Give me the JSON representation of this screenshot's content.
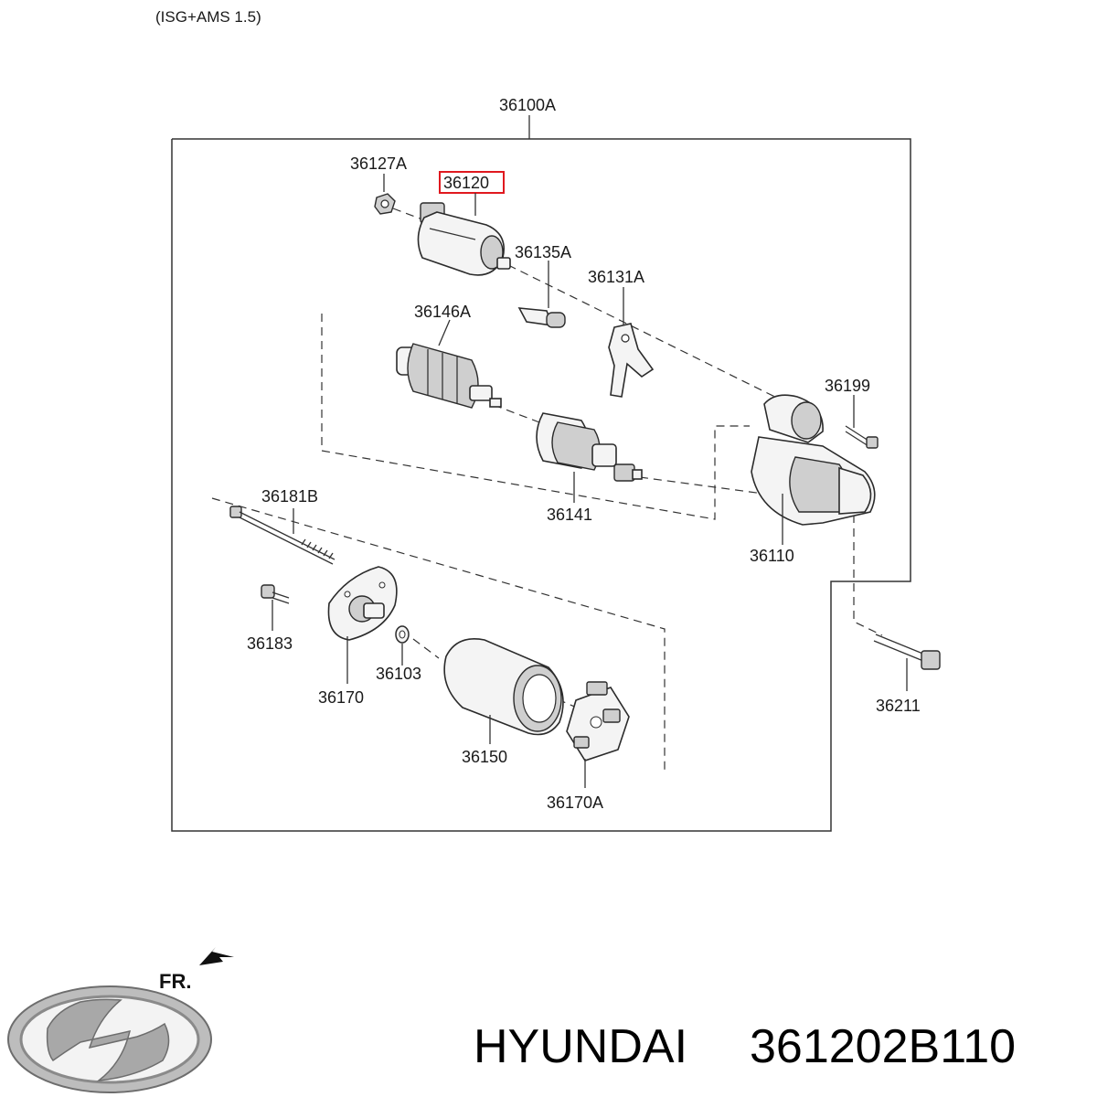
{
  "diagram": {
    "variant_note": "(ISG+AMS 1.5)",
    "assembly_label": "36100A",
    "parts": {
      "p36127A": "36127A",
      "p36120": "36120",
      "p36135A": "36135A",
      "p36131A": "36131A",
      "p36146A": "36146A",
      "p36199": "36199",
      "p36141": "36141",
      "p36181B": "36181B",
      "p36110": "36110",
      "p36183": "36183",
      "p36103": "36103",
      "p36170": "36170",
      "p36211": "36211",
      "p36150": "36150",
      "p36170A": "36170A"
    },
    "highlighted_part": "36120",
    "highlight_color": "#e0191f",
    "front_indicator": "FR."
  },
  "footer": {
    "brand": "HYUNDAI",
    "part_number": "361202B110",
    "logo_icon": "hyundai-logo-icon"
  }
}
